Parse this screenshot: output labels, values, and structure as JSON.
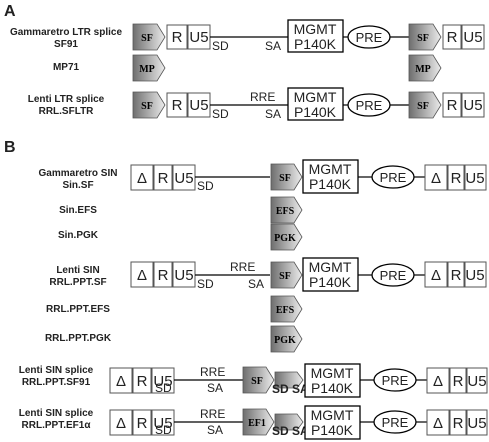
{
  "panels": {
    "a": "A",
    "b": "B"
  },
  "rows": {
    "sf91": {
      "name": [
        "Gammaretro LTR splice",
        "SF91"
      ],
      "R": "R",
      "U5": "U5",
      "SD": "SD",
      "SA": "SA",
      "prom": "SF",
      "mgmt": [
        "MGMT",
        "P140K"
      ],
      "pre": "PRE"
    },
    "mp71": {
      "name": [
        "MP71"
      ],
      "prom": "MP"
    },
    "sfltr": {
      "name": [
        "Lenti LTR splice",
        "RRL.SFLTR"
      ],
      "R": "R",
      "U5": "U5",
      "RRE": "RRE",
      "SD": "SD",
      "SA": "SA",
      "prom": "SF",
      "mgmt": [
        "MGMT",
        "P140K"
      ],
      "pre": "PRE"
    },
    "sinsf": {
      "name": [
        "Gammaretro SIN",
        "Sin.SF"
      ],
      "delta": "Δ",
      "R": "R",
      "U5": "U5",
      "SD": "SD",
      "prom": "SF",
      "mgmt": [
        "MGMT",
        "P140K"
      ],
      "pre": "PRE"
    },
    "sinefs": {
      "name": [
        "Sin.EFS"
      ],
      "prom": "EFS"
    },
    "sinpgk": {
      "name": [
        "Sin.PGK"
      ],
      "prom": "PGK"
    },
    "pptsf": {
      "name": [
        "Lenti SIN",
        "RRL.PPT.SF"
      ],
      "delta": "Δ",
      "R": "R",
      "U5": "U5",
      "RRE": "RRE",
      "SD": "SD",
      "SA": "SA",
      "prom": "SF",
      "mgmt": [
        "MGMT",
        "P140K"
      ],
      "pre": "PRE"
    },
    "pptefs": {
      "name": [
        "RRL.PPT.EFS"
      ],
      "prom": "EFS"
    },
    "pptpgk": {
      "name": [
        "RRL.PPT.PGK"
      ],
      "prom": "PGK"
    },
    "pptsf91": {
      "name": [
        "Lenti SIN splice",
        "RRL.PPT.SF91"
      ],
      "delta": "Δ",
      "R": "R",
      "U5": "U5",
      "RRE": "RRE",
      "SD": "SD",
      "SA": "SA",
      "prom": "SF",
      "sdsa": "SD SA",
      "mgmt": [
        "MGMT",
        "P140K"
      ],
      "pre": "PRE"
    },
    "pptef1": {
      "name": [
        "Lenti SIN splice",
        "RRL.PPT.EF1α"
      ],
      "delta": "Δ",
      "R": "R",
      "U5": "U5",
      "RRE": "RRE",
      "SD": "SD",
      "SA": "SA",
      "prom": "EF1",
      "sdsa": "SD SA",
      "mgmt": [
        "MGMT",
        "P140K"
      ],
      "pre": "PRE"
    }
  },
  "colors": {
    "promoter_dark": "#6e6e6e",
    "promoter_light": "#ececec",
    "box_stroke": "#555555",
    "line": "#000000"
  }
}
